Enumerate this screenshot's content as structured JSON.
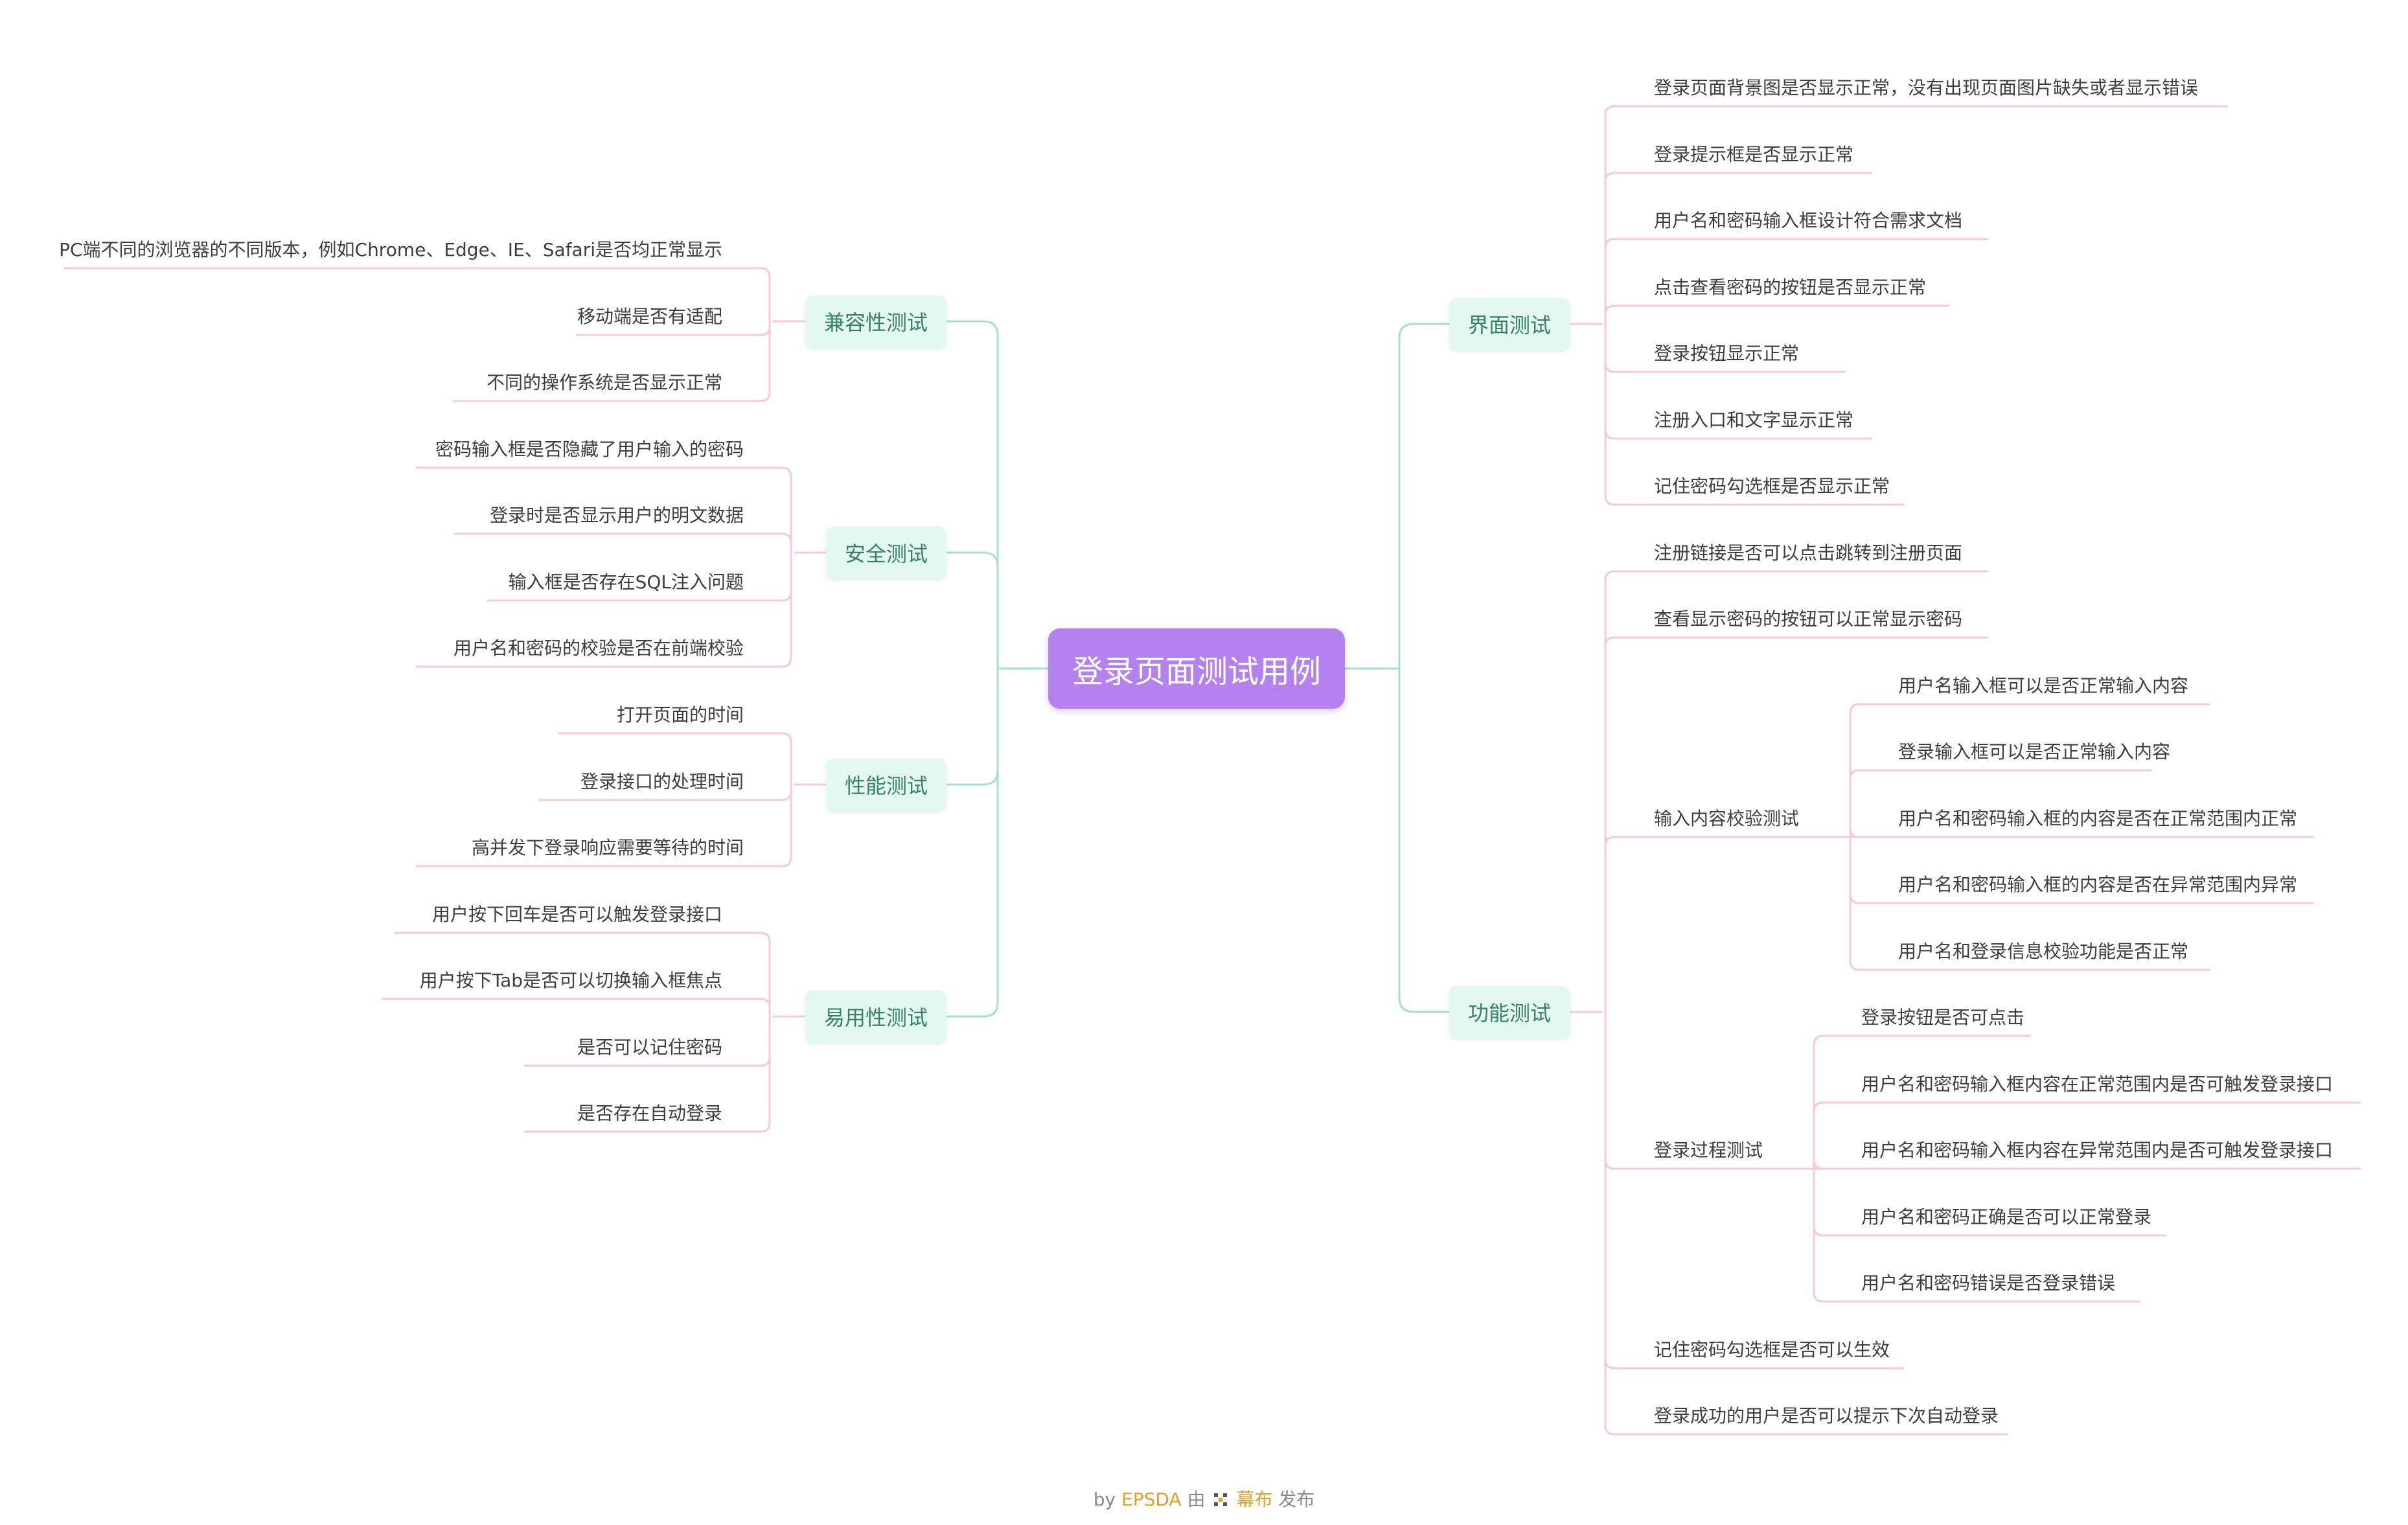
{
  "root": {
    "label": "登录页面测试用例"
  },
  "left": [
    {
      "id": "compat",
      "label": "兼容性测试",
      "leaves": [
        "PC端不同的浏览器的不同版本，例如Chrome、Edge、IE、Safari是否均正常显示",
        "移动端是否有适配",
        "不同的操作系统是否显示正常"
      ]
    },
    {
      "id": "security",
      "label": "安全测试",
      "leaves": [
        "密码输入框是否隐藏了用户输入的密码",
        "登录时是否显示用户的明文数据",
        "输入框是否存在SQL注入问题",
        "用户名和密码的校验是否在前端校验"
      ]
    },
    {
      "id": "perf",
      "label": "性能测试",
      "leaves": [
        "打开页面的时间",
        "登录接口的处理时间",
        "高并发下登录响应需要等待的时间"
      ]
    },
    {
      "id": "usability",
      "label": "易用性测试",
      "leaves": [
        "用户按下回车是否可以触发登录接口",
        "用户按下Tab是否可以切换输入框焦点",
        "是否可以记住密码",
        "是否存在自动登录"
      ]
    }
  ],
  "right": [
    {
      "id": "ui",
      "label": "界面测试",
      "leaves": [
        "登录页面背景图是否显示正常，没有出现页面图片缺失或者显示错误",
        "登录提示框是否显示正常",
        "用户名和密码输入框设计符合需求文档",
        "点击查看密码的按钮是否显示正常",
        "登录按钮显示正常",
        "注册入口和文字显示正常",
        "记住密码勾选框是否显示正常"
      ]
    },
    {
      "id": "func",
      "label": "功能测试",
      "leaves_top": [
        "注册链接是否可以点击跳转到注册页面",
        "查看显示密码的按钮可以正常显示密码"
      ],
      "sub1": {
        "label": "输入内容校验测试",
        "leaves": [
          "用户名输入框可以是否正常输入内容",
          "登录输入框可以是否正常输入内容",
          "用户名和密码输入框的内容是否在正常范围内正常",
          "用户名和密码输入框的内容是否在异常范围内异常",
          "用户名和登录信息校验功能是否正常"
        ]
      },
      "sub2": {
        "label": "登录过程测试",
        "leaves": [
          "登录按钮是否可点击",
          "用户名和密码输入框内容在正常范围内是否可触发登录接口",
          "用户名和密码输入框内容在异常范围内是否可触发登录接口",
          "用户名和密码正确是否可以正常登录",
          "用户名和密码错误是否登录错误"
        ]
      },
      "leaves_bottom": [
        "记住密码勾选框是否可以生效",
        "登录成功的用户是否可以提示下次自动登录"
      ]
    }
  ],
  "footer": {
    "by": "by",
    "author": "EPSDA",
    "mid": "由",
    "brand": "幕布",
    "end": "发布"
  },
  "colors": {
    "root": "#b482ee",
    "branch_bg": "#e3f8ef",
    "branch_text": "#36806a",
    "teal_line": "#a6e0cc",
    "pink_line": "#f7c9d6"
  }
}
